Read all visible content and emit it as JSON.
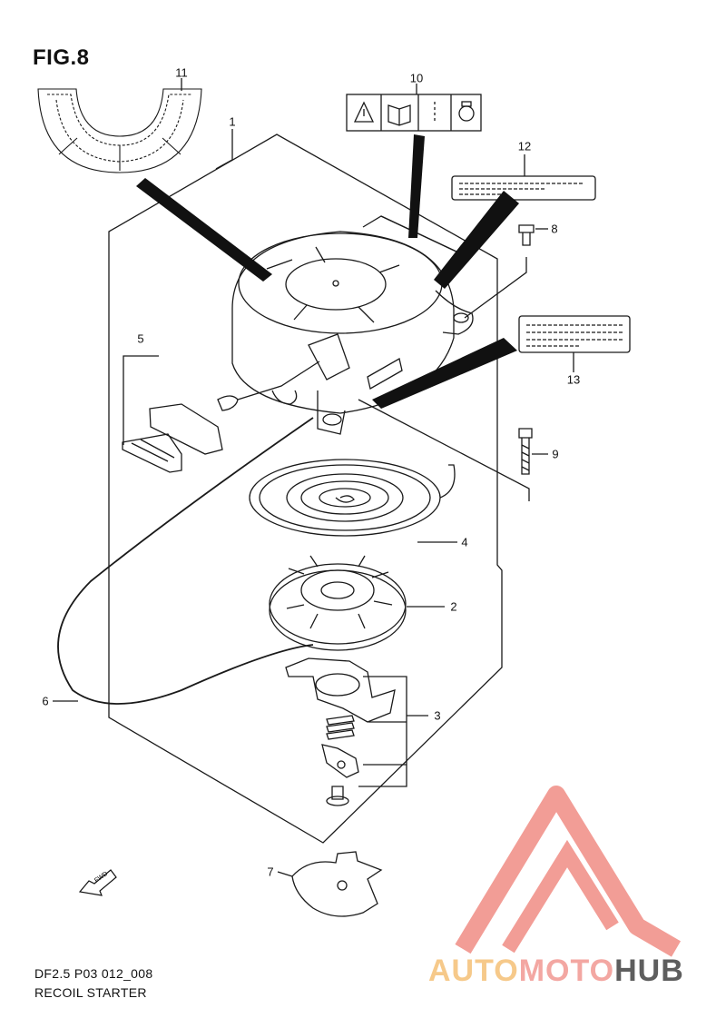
{
  "figure": {
    "title": "FIG.8",
    "code": "DF2.5 P03 012_008",
    "caption": "RECOIL STARTER"
  },
  "callouts": [
    {
      "id": "callout-1",
      "label": "1"
    },
    {
      "id": "callout-2",
      "label": "2"
    },
    {
      "id": "callout-3",
      "label": "3"
    },
    {
      "id": "callout-4",
      "label": "4"
    },
    {
      "id": "callout-5",
      "label": "5"
    },
    {
      "id": "callout-6",
      "label": "6"
    },
    {
      "id": "callout-7",
      "label": "7"
    },
    {
      "id": "callout-8",
      "label": "8"
    },
    {
      "id": "callout-9",
      "label": "9"
    },
    {
      "id": "callout-10",
      "label": "10"
    },
    {
      "id": "callout-11",
      "label": "11"
    },
    {
      "id": "callout-12",
      "label": "12"
    },
    {
      "id": "callout-13",
      "label": "13"
    }
  ],
  "fwd_arrow": {
    "label": "FWD"
  },
  "watermark": {
    "part1": "AUTO",
    "part2": "MOTO",
    "part3": "HUB",
    "colors": {
      "auto": "#f6c98a",
      "moto": "#f3a7a2",
      "hub": "#5e5e5e",
      "logo": "#f08c84"
    }
  }
}
